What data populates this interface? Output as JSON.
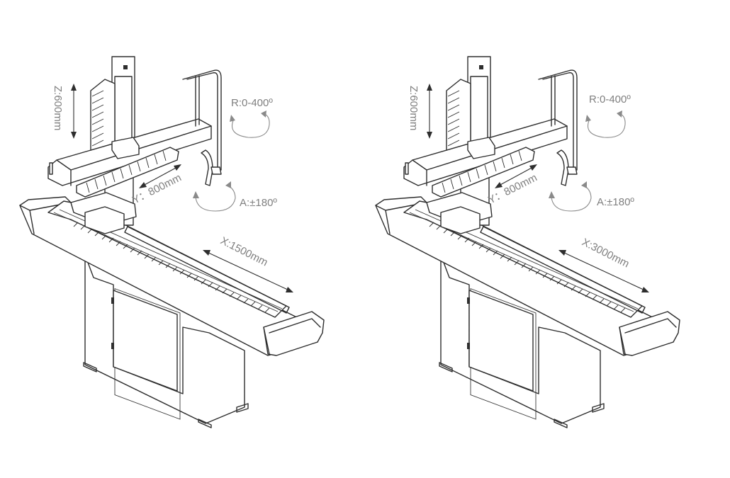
{
  "machines": [
    {
      "z_label": "Z:600mm",
      "y_label": "Y：800mm",
      "x_label": "X:1500mm",
      "r_label": "R:0-400º",
      "a_label": "A:±180º"
    },
    {
      "z_label": "Z:600mm",
      "y_label": "Y：800mm",
      "x_label": "X:3000mm",
      "r_label": "R:0-400º",
      "a_label": "A:±180º"
    }
  ],
  "colors": {
    "line": "#2e2e2e",
    "label": "#7f7f7f",
    "background": "#ffffff"
  }
}
